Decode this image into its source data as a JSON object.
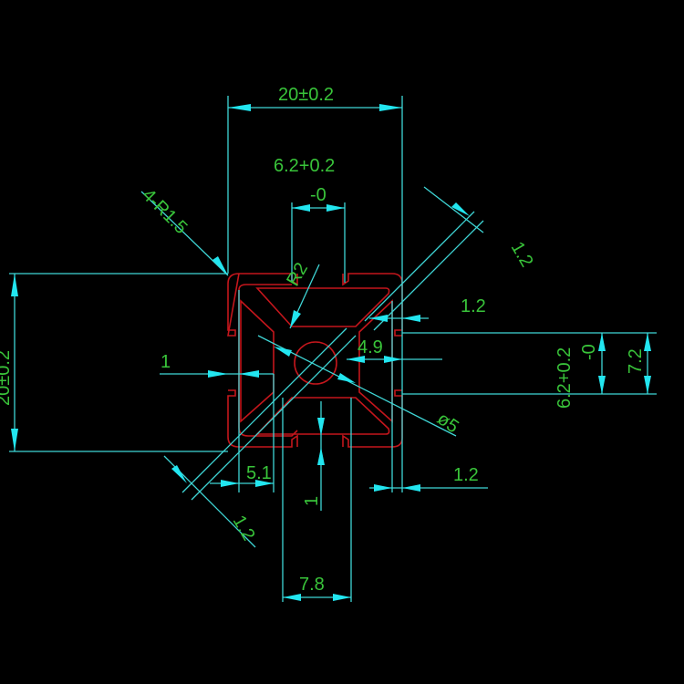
{
  "drawing": {
    "colors": {
      "background": "#000000",
      "dimension_lines": "#3fd6d6",
      "arrows": "#22e6f0",
      "text": "#39c43a",
      "profile": "#c4161c"
    },
    "labels": {
      "top_width": "20±0.2",
      "slot_width_top": "6.2+0.2",
      "slot_width_top_tol": "-0",
      "corner_radius": "4-R1.5",
      "inner_radius": "R2",
      "diag_wall_top": "1.2",
      "right_wall": "1.2",
      "slot_depth": "4.9",
      "slot_width_right": "6.2+0.2",
      "slot_width_right_tol": "-0",
      "slot_height_right": "7.2",
      "left_wall": "1",
      "left_height": "20±0.2",
      "bore_diameter": "ø5",
      "slot_lip": "5.1",
      "bottom_right_wall": "1.2",
      "bottom_wall": "1",
      "diag_wall_bottom": "1.2",
      "slot_opening_bottom": "7.8"
    }
  }
}
